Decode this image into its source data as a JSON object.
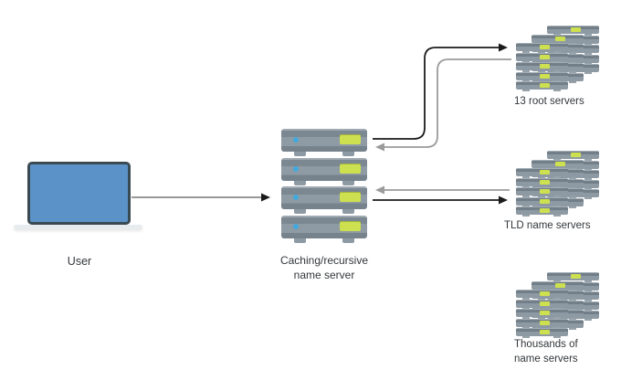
{
  "diagram": {
    "nodes": {
      "user": {
        "label": "User",
        "icon": "laptop-icon"
      },
      "caching_server": {
        "label_line1": "Caching/recursive",
        "label_line2": "name server",
        "icon": "server-stack-icon",
        "units": 4
      },
      "root_servers": {
        "label": "13 root servers",
        "icon": "server-cluster-icon",
        "stacks": 3,
        "units_per_stack": 5
      },
      "tld_servers": {
        "label": "TLD name servers",
        "icon": "server-cluster-icon",
        "stacks": 3,
        "units_per_stack": 5
      },
      "thousands_servers": {
        "label_line1": "Thousands of",
        "label_line2": "name servers",
        "icon": "server-cluster-icon",
        "stacks": 3,
        "units_per_stack": 5
      }
    },
    "edges": [
      {
        "from": "user",
        "to": "caching_server",
        "line": "gray",
        "head": "black"
      },
      {
        "from": "caching_server",
        "to": "root_servers",
        "line": "black",
        "head": "black"
      },
      {
        "from": "root_servers",
        "to": "caching_server",
        "line": "gray",
        "head": "gray"
      },
      {
        "from": "caching_server",
        "to": "tld_servers",
        "line": "black",
        "head": "black"
      },
      {
        "from": "tld_servers",
        "to": "caching_server",
        "line": "gray",
        "head": "gray"
      }
    ],
    "colors": {
      "laptop_screen": "#5b93c8",
      "laptop_frame": "#3a4a52",
      "laptop_base": "#e9ecee",
      "server_body": "#8f9ba4",
      "server_top": "#7b8791",
      "led": "#41a9dc",
      "panel_yellow": "#cde04f",
      "arrow_black": "#1b1b1b",
      "arrow_gray": "#9b9b9b",
      "text": "#33373b"
    }
  }
}
